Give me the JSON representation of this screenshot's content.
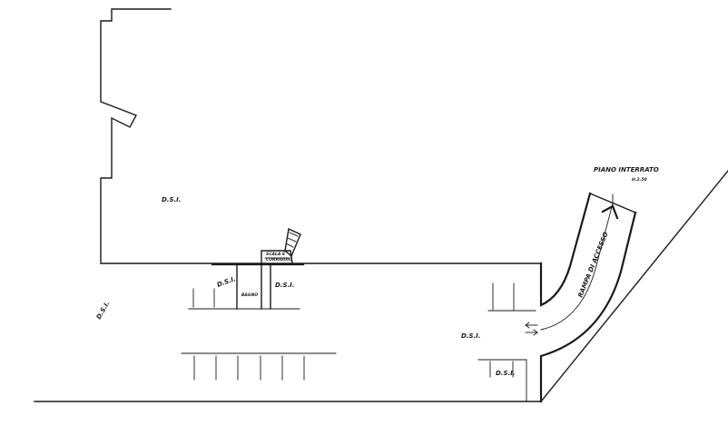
{
  "labels": {
    "ds_upper": "D.S.I.",
    "ds_lower_left": "D.S.I.",
    "ds_room_a": "D.S.I.",
    "ds_room_b": "D.S.I.",
    "ds_ramp_base": "D.S.I.",
    "ds_bottom_right": "D.S.I.",
    "room_small": "BAGNO",
    "room_note_a": "SCALA E",
    "room_note_b": "CORRIDOIO",
    "ramp_label": "RAMPA DI ACCESSO",
    "floor_title": "PIANO INTERRATO",
    "floor_level": "H.2.50"
  },
  "colors": {
    "ink": "#1a1a1a",
    "paper": "#ffffff"
  }
}
